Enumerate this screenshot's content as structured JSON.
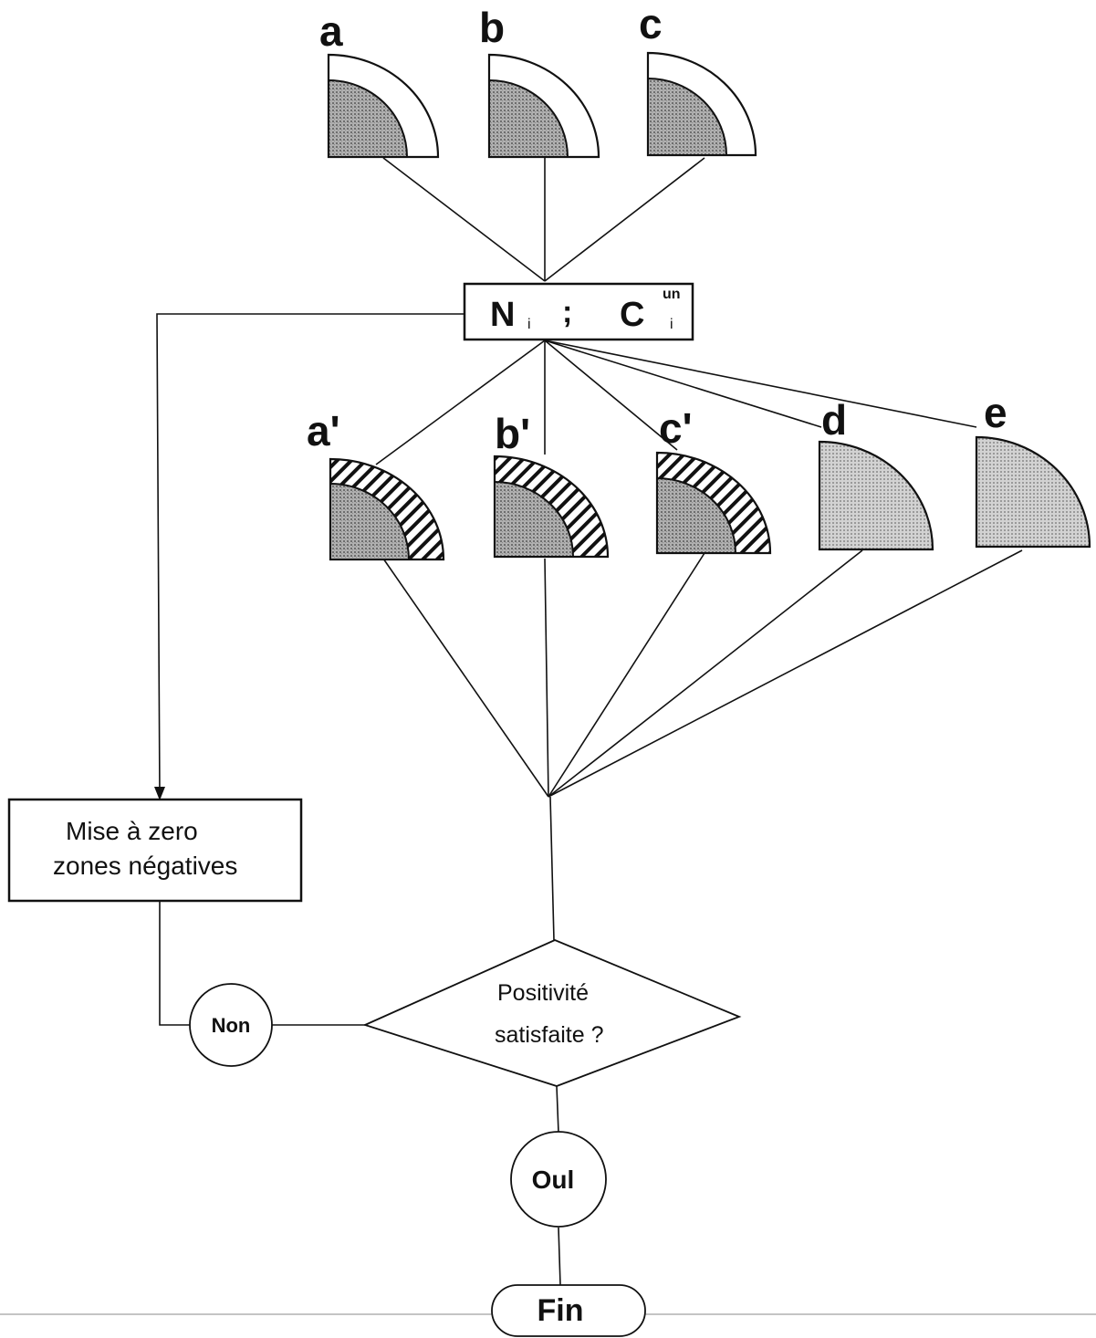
{
  "diagram": {
    "top_quadrants": [
      "a",
      "b",
      "c"
    ],
    "formula": {
      "n": "N",
      "n_sub": "i",
      "sep": ";",
      "c": "C",
      "c_sup": "un",
      "c_sub": "i"
    },
    "mid_quadrants": [
      "a'",
      "b'",
      "c'",
      "d",
      "e"
    ],
    "reset_box": {
      "line1": "Mise à zero",
      "line2": "zones négatives"
    },
    "decision": {
      "line1": "Positivité",
      "line2": "satisfaite ?"
    },
    "no_label": "Non",
    "yes_label": "Oul",
    "end_label": "Fin"
  },
  "colors": {
    "ink": "#111111",
    "shade": "#9a9a9a",
    "light_shade": "#c8c8c8",
    "background": "#ffffff"
  }
}
